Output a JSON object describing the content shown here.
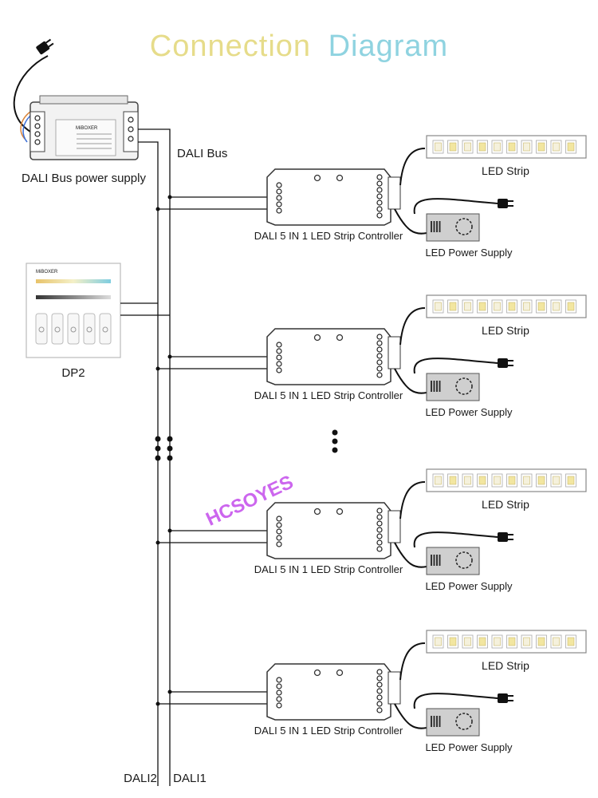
{
  "title": {
    "word1": "Connection",
    "word2": "Diagram",
    "color1": "#e6dc8a",
    "color2": "#8fd3e0"
  },
  "watermark": "HCSOYES",
  "bus_power_supply": {
    "label": "DALI Bus power supply",
    "device_brand": "MiBOXER",
    "icon": "plug-icon"
  },
  "bus_label": "DALI Bus",
  "panel": {
    "label": "DP2",
    "brand": "MiBOXER"
  },
  "controller_label": "DALI 5 IN 1 LED Strip Controller",
  "led_strip_label": "LED Strip",
  "led_power_supply_label": "LED Power Supply",
  "bottom_labels": {
    "dali2": "DALI2",
    "dali1": "DALI1"
  },
  "colors": {
    "wire": "#111111",
    "strip_warm": "#f2e6a0",
    "strip_cool": "#f5f1dc",
    "psu_body": "#cfcfcf"
  }
}
